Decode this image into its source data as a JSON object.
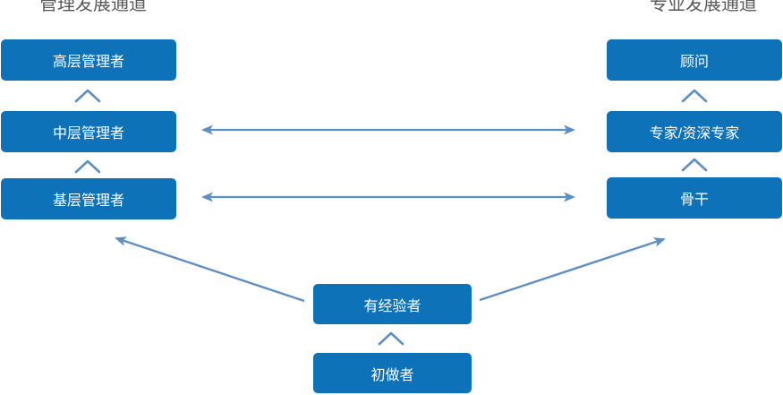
{
  "diagram": {
    "left_channel": {
      "title": "管理发展通道",
      "levels": [
        "高层管理者",
        "中层管理者",
        "基层管理者"
      ]
    },
    "right_channel": {
      "title": "专业发展通道",
      "levels": [
        "顾问",
        "专家/资深专家",
        "骨干"
      ]
    },
    "entry_path": {
      "levels": [
        "有经验者",
        "初做者"
      ]
    },
    "icons": {
      "up_chevron_icon": "^",
      "double_arrow_icon": "↔",
      "diagonal_arrow_icon": "↗"
    },
    "colors": {
      "box_fill": "#0e72b9",
      "box_text": "#ffffff",
      "arrow": "#5e8fc4",
      "title_text": "#595959"
    }
  }
}
